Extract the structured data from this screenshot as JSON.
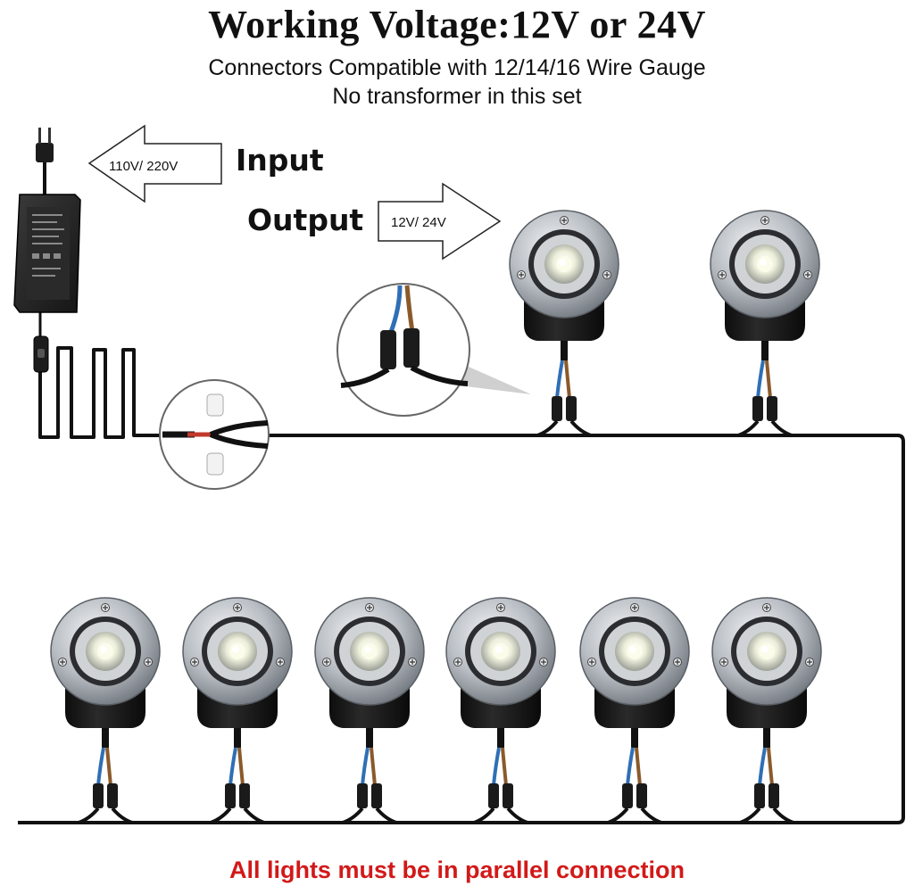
{
  "header": {
    "title": "Working Voltage:12V or 24V",
    "line1": "Connectors Compatible with 12/14/16 Wire Gauge",
    "line2": "No transformer in this set"
  },
  "input": {
    "label": "Input",
    "voltage": "110V/ 220V"
  },
  "output": {
    "label": "Output",
    "voltage": "12V/ 24V"
  },
  "footer": {
    "note": "All lights must be in parallel connection"
  },
  "colors": {
    "wire": "#111111",
    "light_ring": "#c9cdd2",
    "light_body": "#141414",
    "led": "#f4f6e8",
    "wire_red": "#c0392b",
    "wire_blue": "#2f6fb5",
    "wire_brown": "#8a5a2b",
    "note": "#d21919"
  },
  "components": {
    "adapter": "power-adapter-icon",
    "switch": "inline-switch-icon",
    "splitter": "wire-splitter-zoom-icon",
    "connector": "waterproof-connector-zoom-icon",
    "light": "inground-led-light-icon",
    "top_row_lights": 2,
    "bottom_row_lights": 6
  }
}
